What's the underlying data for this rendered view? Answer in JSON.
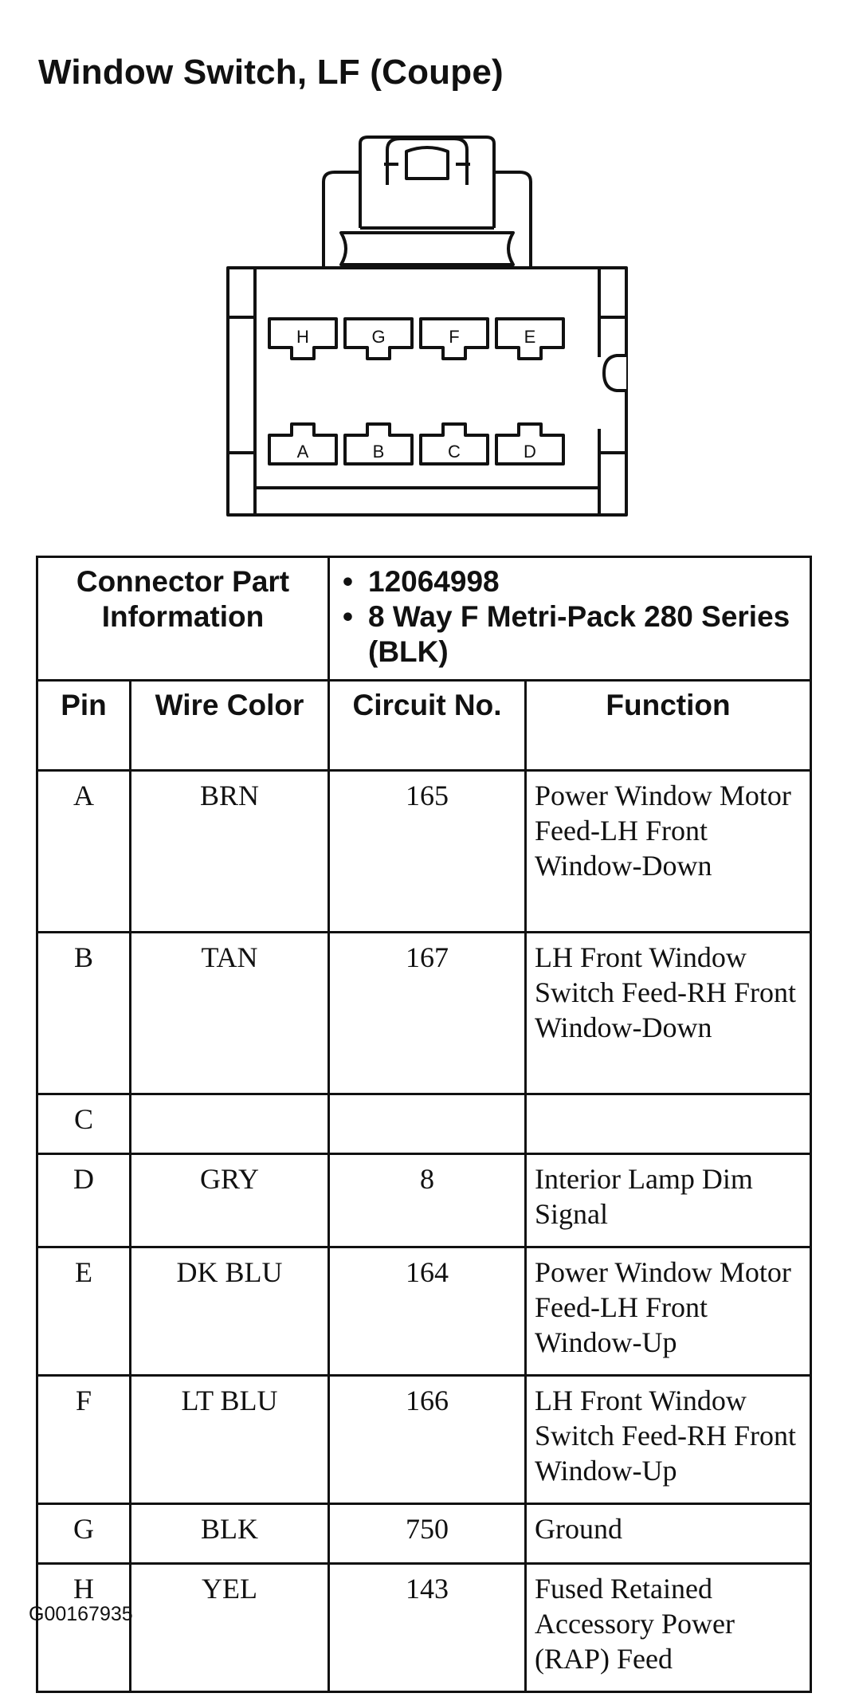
{
  "title": "Window Switch, LF (Coupe)",
  "connector": {
    "top_row": [
      "H",
      "G",
      "F",
      "E"
    ],
    "bottom_row": [
      "A",
      "B",
      "C",
      "D"
    ]
  },
  "info": {
    "label": "Connector Part Information",
    "bullets": [
      "12064998",
      "8 Way F Metri-Pack 280 Series (BLK)"
    ]
  },
  "columns": [
    "Pin",
    "Wire Color",
    "Circuit No.",
    "Function"
  ],
  "rows": [
    {
      "pin": "A",
      "color": "BRN",
      "circuit": "165",
      "function": "Power Window Motor Feed-LH Front Window-Down"
    },
    {
      "pin": "B",
      "color": "TAN",
      "circuit": "167",
      "function": "LH Front Window Switch Feed-RH Front Window-Down"
    },
    {
      "pin": "C",
      "color": "",
      "circuit": "",
      "function": ""
    },
    {
      "pin": "D",
      "color": "GRY",
      "circuit": "8",
      "function": "Interior Lamp Dim Signal"
    },
    {
      "pin": "E",
      "color": "DK BLU",
      "circuit": "164",
      "function": "Power Window Motor Feed-LH Front Window-Up"
    },
    {
      "pin": "F",
      "color": "LT BLU",
      "circuit": "166",
      "function": "LH Front Window Switch Feed-RH Front Window-Up"
    },
    {
      "pin": "G",
      "color": "BLK",
      "circuit": "750",
      "function": "Ground"
    },
    {
      "pin": "H",
      "color": "YEL",
      "circuit": "143",
      "function": "Fused Retained Accessory Power (RAP) Feed"
    }
  ],
  "figure_code": "G00167935"
}
